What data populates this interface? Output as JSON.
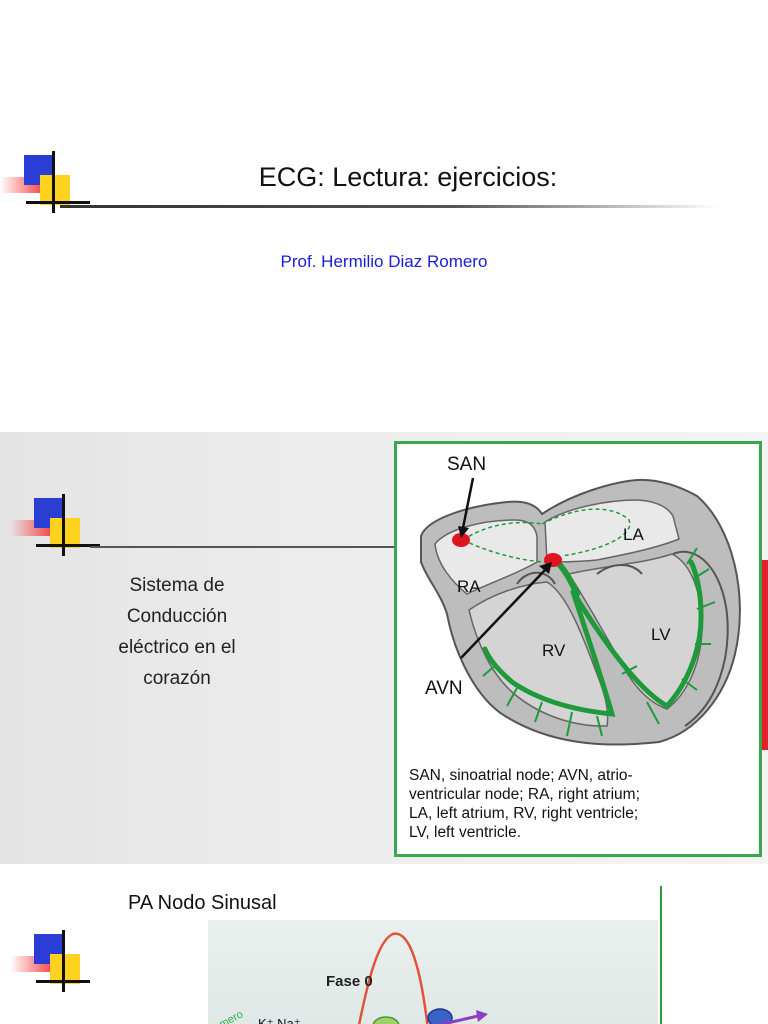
{
  "slide1": {
    "title": "ECG: Lectura: ejercicios:",
    "author": "Prof. Hermilio Diaz Romero"
  },
  "slide2": {
    "heading_lines": [
      "Sistema de",
      "Conducción",
      "eléctrico en el",
      "corazón"
    ],
    "diagram": {
      "labels": {
        "san": "SAN",
        "la": "LA",
        "ra": "RA",
        "lv": "LV",
        "rv": "RV",
        "avn": "AVN"
      },
      "caption_lines": [
        "SAN, sinoatrial node;  AVN, atrio-",
        "ventricular node; RA, right atrium;",
        "LA, left atrium, RV, right ventricle;",
        "LV, left ventricle."
      ]
    }
  },
  "slide3": {
    "title": "PA Nodo Sinusal",
    "phase_label": "Fase 0",
    "ion_label": "K⁺ Na⁺",
    "watermark": "Romero"
  },
  "colors": {
    "logo_blue": "#2a3ed6",
    "logo_yellow": "#ffd21f",
    "logo_red": "#f5373a",
    "author_blue": "#1b1bd8",
    "conduction_green": "#1f9a3b",
    "node_red": "#e0141e"
  }
}
